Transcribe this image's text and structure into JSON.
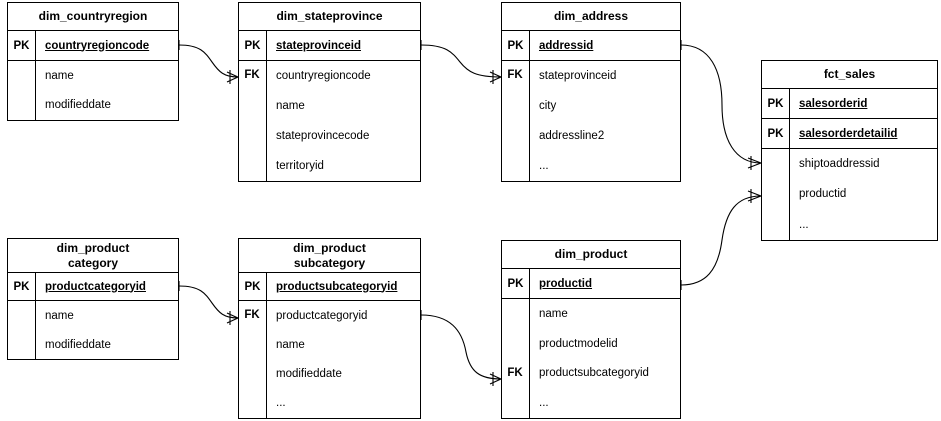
{
  "diagram": {
    "kind": "entity-relationship-diagram",
    "background_color": "#ffffff",
    "line_color": "#000000",
    "text_color": "#000000"
  },
  "tables": {
    "dim_countryregion": {
      "title": "dim_countryregion",
      "pk_tag": "PK",
      "pk_attr": "countryregioncode",
      "attrs": [
        "name",
        "modifieddate"
      ]
    },
    "dim_stateprovince": {
      "title": "dim_stateprovince",
      "pk_tag": "PK",
      "pk_attr": "stateprovinceid",
      "fk_tag": "FK",
      "attrs": [
        "countryregioncode",
        "name",
        "stateprovincecode",
        "territoryid"
      ]
    },
    "dim_address": {
      "title": "dim_address",
      "pk_tag": "PK",
      "pk_attr": "addressid",
      "fk_tag": "FK",
      "attrs": [
        "stateprovinceid",
        "city",
        "addressline2",
        "..."
      ]
    },
    "fct_sales": {
      "title": "fct_sales",
      "pk_tag_1": "PK",
      "pk_attr_1": "salesorderid",
      "pk_tag_2": "PK",
      "pk_attr_2": "salesorderdetailid",
      "attrs": [
        "shiptoaddressid",
        "productid",
        "..."
      ]
    },
    "dim_productcategory": {
      "title": "dim_product\ncategory",
      "pk_tag": "PK",
      "pk_attr": "productcategoryid",
      "attrs": [
        "name",
        "modifieddate"
      ]
    },
    "dim_productsubcategory": {
      "title": "dim_product\nsubcategory",
      "pk_tag": "PK",
      "pk_attr": "productsubcategoryid",
      "fk_tag": "FK",
      "attrs": [
        "productcategoryid",
        "name",
        "modifieddate",
        "..."
      ]
    },
    "dim_product": {
      "title": "dim_product",
      "pk_tag": "PK",
      "pk_attr": "productid",
      "fk_tag": "FK",
      "attrs": [
        "name",
        "productmodelid",
        "productsubcategoryid",
        "..."
      ]
    }
  },
  "relationships": [
    {
      "name": "countryregion-to-stateprovince",
      "from": "dim_countryregion.countryregioncode",
      "to": "dim_stateprovince.countryregioncode",
      "from_marker": "one",
      "to_marker": "many"
    },
    {
      "name": "stateprovince-to-address",
      "from": "dim_stateprovince.stateprovinceid",
      "to": "dim_address.stateprovinceid",
      "from_marker": "one",
      "to_marker": "many"
    },
    {
      "name": "address-to-sales",
      "from": "dim_address.addressid",
      "to": "fct_sales.shiptoaddressid",
      "from_marker": "one",
      "to_marker": "many"
    },
    {
      "name": "product-to-sales",
      "from": "dim_product.productid",
      "to": "fct_sales.productid",
      "from_marker": "one",
      "to_marker": "many"
    },
    {
      "name": "productcategory-to-productsubcategory",
      "from": "dim_productcategory.productcategoryid",
      "to": "dim_productsubcategory.productcategoryid",
      "from_marker": "one",
      "to_marker": "many"
    },
    {
      "name": "productsubcategory-to-product",
      "from": "dim_productsubcategory.productsubcategoryid",
      "to": "dim_product.productsubcategoryid",
      "from_marker": "one",
      "to_marker": "many"
    }
  ]
}
